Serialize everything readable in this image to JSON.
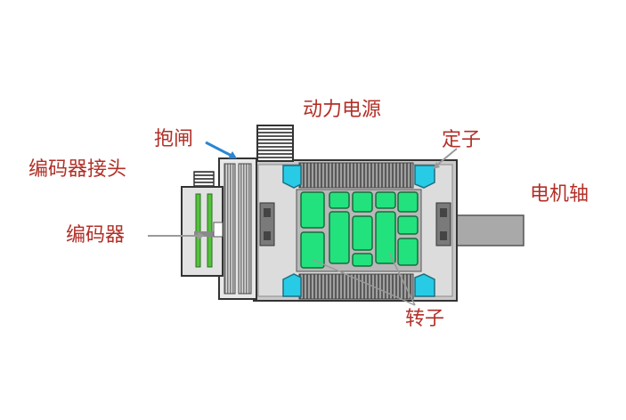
{
  "labels": {
    "power": "动力电源",
    "brake": "抱闸",
    "stator": "定子",
    "encoder_connector": "编码器接头",
    "encoder": "编码器",
    "shaft": "电机轴",
    "rotor": "转子"
  },
  "colors": {
    "label_red": "#b23028",
    "blue_arrow": "#2a86d2",
    "green_magnet": "#22e27e",
    "cyan_wedge": "#28cbe6",
    "housing_gray": "#c9c9c9",
    "winding_gray": "#8a8a8a",
    "shaft_gray": "#a9a9a9",
    "leader_gray": "#9a9a9a"
  }
}
